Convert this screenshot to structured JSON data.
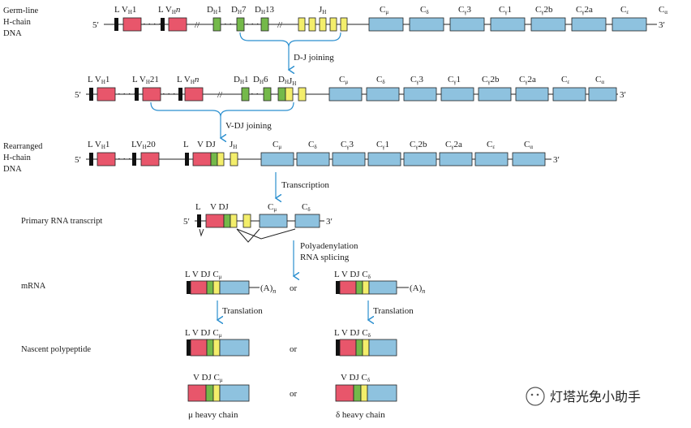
{
  "rows": {
    "germline": {
      "label1": "Germ-line",
      "label2": "H-chain",
      "label3": "DNA"
    },
    "rearranged": {
      "label1": "Rearranged",
      "label2": "H-chain",
      "label3": "DNA"
    },
    "primary": {
      "label": "Primary RNA transcript"
    },
    "mrna": {
      "label": "mRNA"
    },
    "nascent": {
      "label": "Nascent polypeptide"
    }
  },
  "steps": {
    "dj": "D-J joining",
    "vdj": "V-DJ joining",
    "transcription": "Transcription",
    "poly1": "Polyadenylation",
    "poly2": "RNA splicing",
    "translation": "Translation"
  },
  "labels": {
    "five": "5′",
    "three": "3′",
    "or": "or",
    "polyA": "(A)",
    "polyA_n": "n",
    "mu_chain": "μ heavy chain",
    "delta_chain": "δ heavy chain"
  },
  "watermark": "灯塔光免小助手",
  "colors": {
    "V": "#e8566b",
    "D": "#74b94a",
    "J": "#f3ee6b",
    "C": "#8ec2df",
    "arrow": "#2b8fcf"
  }
}
